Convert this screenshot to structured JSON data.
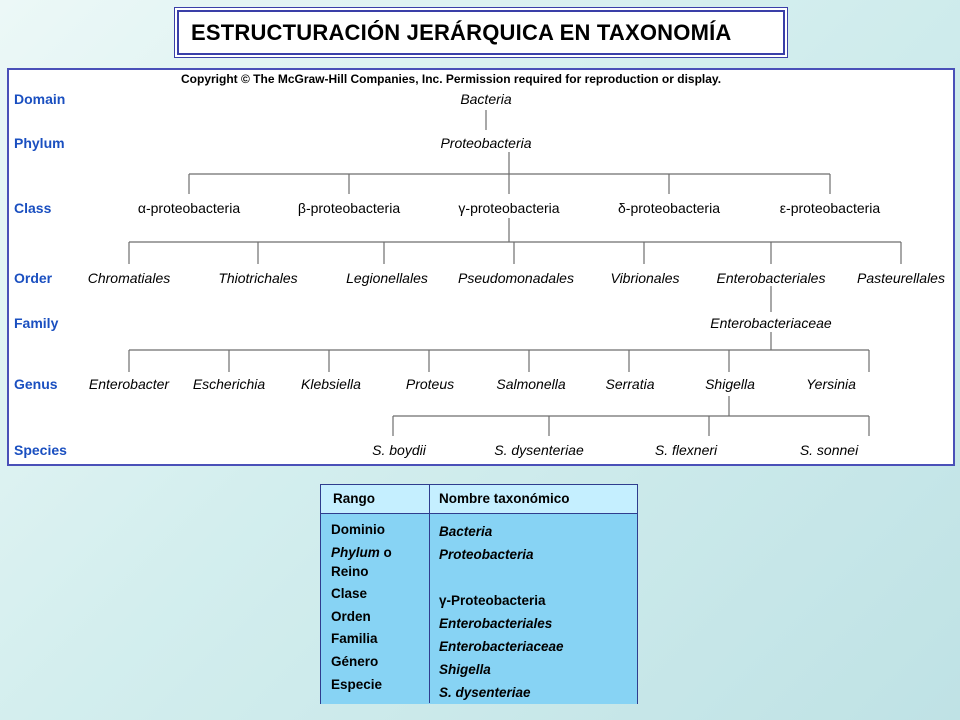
{
  "title": "ESTRUCTURACIÓN JERÁRQUICA EN TAXONOMÍA",
  "copyright": "Copyright © The McGraw-Hill Companies, Inc. Permission required for reproduction or display.",
  "ranks": [
    "Domain",
    "Phylum",
    "Class",
    "Order",
    "Family",
    "Genus",
    "Species"
  ],
  "tree": {
    "domain": "Bacteria",
    "phylum": "Proteobacteria",
    "classes": [
      "α-proteobacteria",
      "β-proteobacteria",
      "γ-proteobacteria",
      "δ-proteobacteria",
      "ε-proteobacteria"
    ],
    "orders": [
      "Chromatiales",
      "Thiotrichales",
      "Legionellales",
      "Pseudomonadales",
      "Vibrionales",
      "Enterobacteriales",
      "Pasteurellales"
    ],
    "family": "Enterobacteriaceae",
    "genera": [
      "Enterobacter",
      "Escherichia",
      "Klebsiella",
      "Proteus",
      "Salmonella",
      "Serratia",
      "Shigella",
      "Yersinia"
    ],
    "species": [
      "S. boydii",
      "S. dysenteriae",
      "S. flexneri",
      "S. sonnei"
    ]
  },
  "table": {
    "header_rank": "Rango",
    "header_name": "Nombre taxonómico",
    "rank_domain": "Dominio",
    "rank_phylum": "Phylum",
    "rank_phylum_suffix": " o Reino",
    "rank_class": "Clase",
    "rank_order": "Orden",
    "rank_family": "Familia",
    "rank_genus": "Género",
    "rank_species": "Especie",
    "names": [
      "Bacteria",
      "Proteobacteria",
      "γ-Proteobacteria",
      "Enterobacteriales",
      "Enterobacteriaceae",
      "Shigella",
      "S. dysenteriae"
    ]
  }
}
